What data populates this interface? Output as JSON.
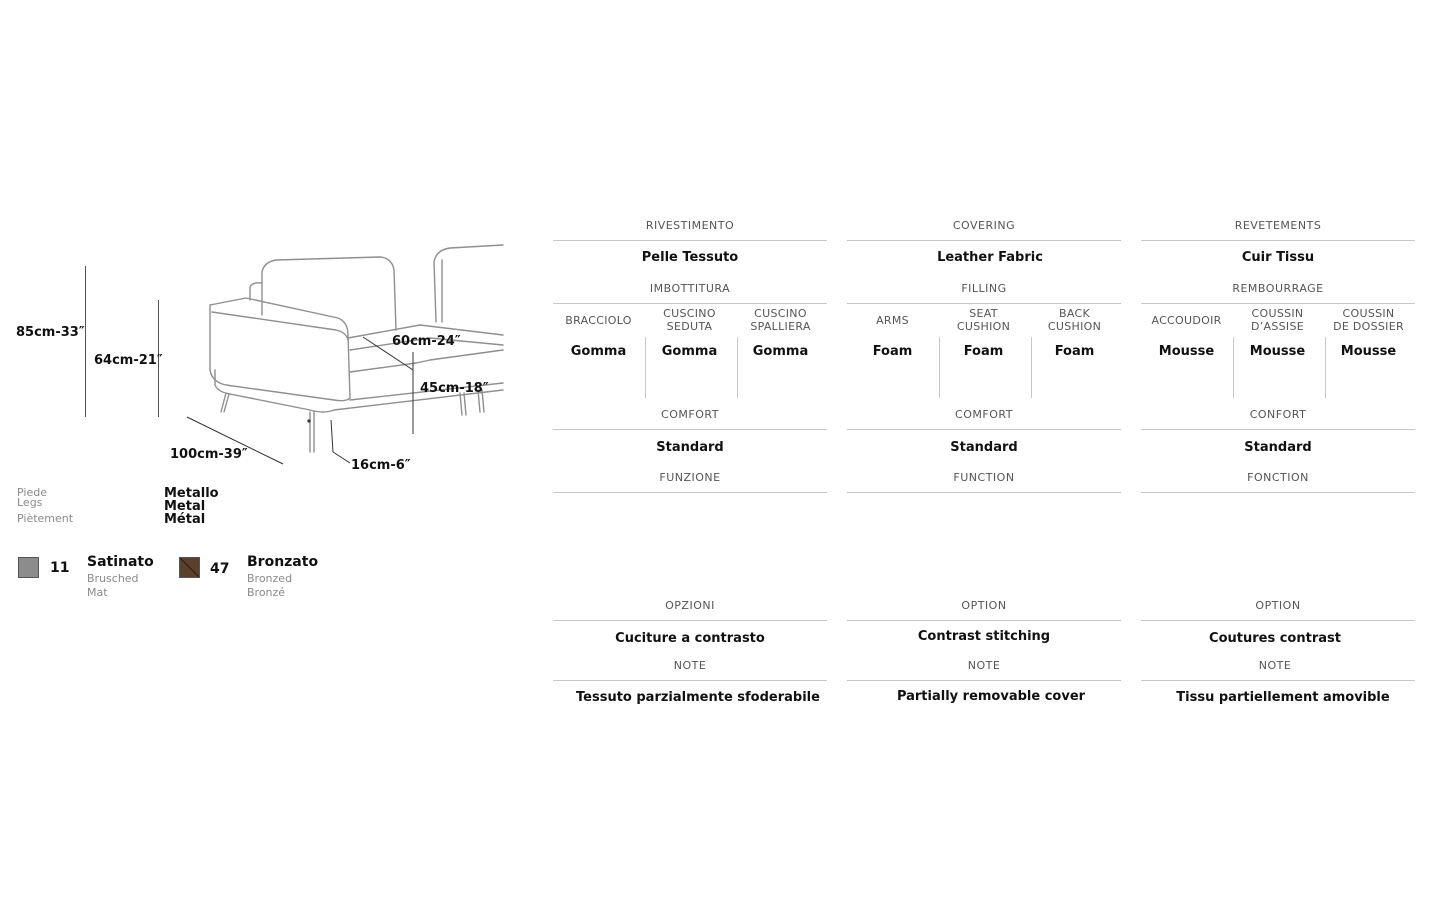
{
  "dimensions": {
    "height_total": "85cm-33″",
    "height_arm": "64cm-21″",
    "seat_depth": "60cm-24″",
    "seat_height": "45cm-18″",
    "width": "100cm-39″",
    "leg_height": "16cm-6″"
  },
  "legs": {
    "label_it": "Piede",
    "label_en": "Legs",
    "label_fr": "Piètement",
    "material_it": "Metallo",
    "material_en": "Metal",
    "material_fr": "Métal"
  },
  "finishes": [
    {
      "code": "11",
      "name": "Satinato",
      "en": "Brusched",
      "fr": "Mat",
      "color": "#8c8c8c"
    },
    {
      "code": "47",
      "name": "Bronzato",
      "en": "Bronzed",
      "fr": "Bronzé",
      "color": "#5a3f2a"
    }
  ],
  "columns": [
    {
      "covering_title": "RIVESTIMENTO",
      "covering_value": "Pelle Tessuto",
      "filling_title": "IMBOTTITURA",
      "filling": [
        {
          "label": "BRACCIOLO",
          "value": "Gomma"
        },
        {
          "label": "CUSCINO\nSEDUTA",
          "value": "Gomma"
        },
        {
          "label": "CUSCINO\nSPALLIERA",
          "value": "Gomma"
        }
      ],
      "comfort_title": "COMFORT",
      "comfort_value": "Standard",
      "function_title": "FUNZIONE",
      "option_title": "OPZIONI",
      "option_value": "Cuciture a contrasto",
      "note_title": "NOTE",
      "note_value": "Tessuto parzialmente sfoderabile"
    },
    {
      "covering_title": "COVERING",
      "covering_value": "Leather Fabric",
      "filling_title": "FILLING",
      "filling": [
        {
          "label": "ARMS",
          "value": "Foam"
        },
        {
          "label": "SEAT\nCUSHION",
          "value": "Foam"
        },
        {
          "label": "BACK\nCUSHION",
          "value": "Foam"
        }
      ],
      "comfort_title": "COMFORT",
      "comfort_value": "Standard",
      "function_title": "FUNCTION",
      "option_title": "OPTION",
      "option_value": "Contrast stitching",
      "note_title": "NOTE",
      "note_value": "Partially removable cover"
    },
    {
      "covering_title": "REVETEMENTS",
      "covering_value": "Cuir Tissu",
      "filling_title": "REMBOURRAGE",
      "filling": [
        {
          "label": "ACCOUDOIR",
          "value": "Mousse"
        },
        {
          "label": "COUSSIN\nD’ASSISE",
          "value": "Mousse"
        },
        {
          "label": "COUSSIN\nDE DOSSIER",
          "value": "Mousse"
        }
      ],
      "comfort_title": "CONFORT",
      "comfort_value": "Standard",
      "function_title": "FONCTION",
      "option_title": "OPTION",
      "option_value": "Coutures contrast",
      "note_title": "NOTE",
      "note_value": "Tissu partiellement amovible"
    }
  ]
}
